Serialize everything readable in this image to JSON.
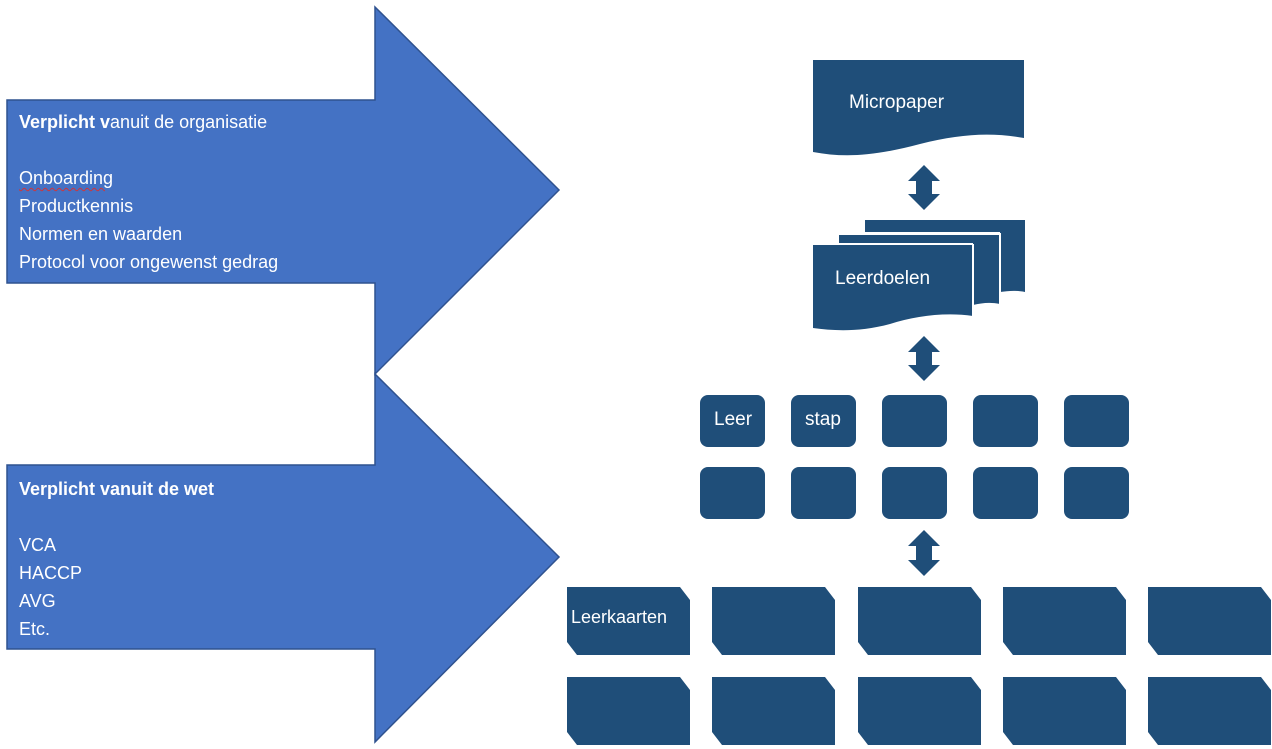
{
  "colors": {
    "arrow_fill": "#4472c4",
    "arrow_stroke": "#2f528f",
    "shape_fill": "#1f4e79",
    "text": "#ffffff"
  },
  "arrows": [
    {
      "title_bold": "Verplicht v",
      "title_rest": "anuit de organisatie",
      "items": [
        "Onboarding",
        "Productkennis",
        "Normen en waarden",
        "Protocol voor ongewenst gedrag"
      ]
    },
    {
      "title_bold": "Verplicht vanuit de wet",
      "title_rest": "",
      "items": [
        "VCA",
        "HACCP",
        "AVG",
        "Etc."
      ]
    }
  ],
  "micropaper": {
    "label": "Micropaper"
  },
  "leerdoelen": {
    "label": "Leerdoelen"
  },
  "leerstappen": {
    "row1": [
      "Leer",
      "stap",
      "",
      "",
      ""
    ],
    "row2": [
      "",
      "",
      "",
      "",
      ""
    ]
  },
  "leerkaarten": {
    "row1": [
      "Leerkaarten",
      "",
      "",
      "",
      ""
    ],
    "row2": [
      "",
      "",
      "",
      "",
      ""
    ]
  }
}
